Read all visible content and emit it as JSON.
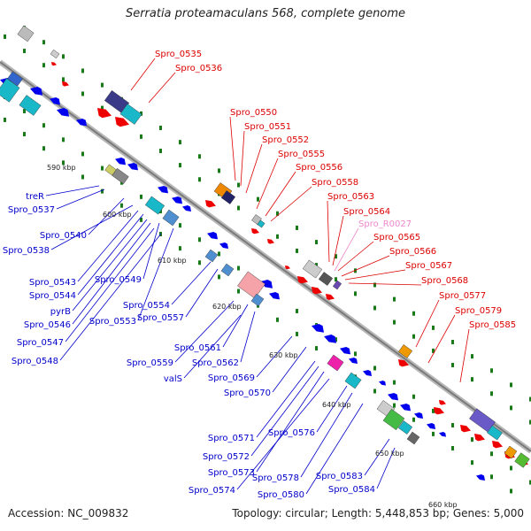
{
  "title": "Serratia proteamaculans 568, complete genome",
  "footer": {
    "accession": "Accession: NC_009832",
    "topology": "Topology: circular; Length: 5,448,853 bp; Genes: 5,000"
  },
  "colors": {
    "backbone": "#888888",
    "forward_label": "#dd0000",
    "reverse_label": "#0000cc",
    "rna_label": "#ee88cc",
    "dots": "#1a7a1a"
  },
  "ticks": [
    "590 kbp",
    "600 kbp",
    "610 kbp",
    "620 kbp",
    "630 kbp",
    "640 kbp",
    "650 kbp",
    "660 kbp"
  ],
  "forward_labels": [
    "Spro_0535",
    "Spro_0536",
    "Spro_0550",
    "Spro_0551",
    "Spro_0552",
    "Spro_0555",
    "Spro_0556",
    "Spro_0558",
    "Spro_0563",
    "Spro_0564",
    "Spro_0565",
    "Spro_0566",
    "Spro_0567",
    "Spro_0568",
    "Spro_0577",
    "Spro_0579",
    "Spro_0585"
  ],
  "rna_labels": [
    "Spro_R0027"
  ],
  "reverse_labels": [
    "treR",
    "Spro_0537",
    "Spro_0540",
    "Spro_0538",
    "Spro_0543",
    "Spro_0544",
    "Spro_0549",
    "pyrB",
    "Spro_0546",
    "Spro_0553",
    "Spro_0554",
    "Spro_0557",
    "Spro_0547",
    "Spro_0548",
    "Spro_0561",
    "Spro_0559",
    "Spro_0562",
    "valS",
    "Spro_0569",
    "Spro_0570",
    "Spro_0571",
    "Spro_0576",
    "Spro_0572",
    "Spro_0573",
    "Spro_0578",
    "Spro_0574",
    "Spro_0580",
    "Spro_0583",
    "Spro_0584"
  ]
}
